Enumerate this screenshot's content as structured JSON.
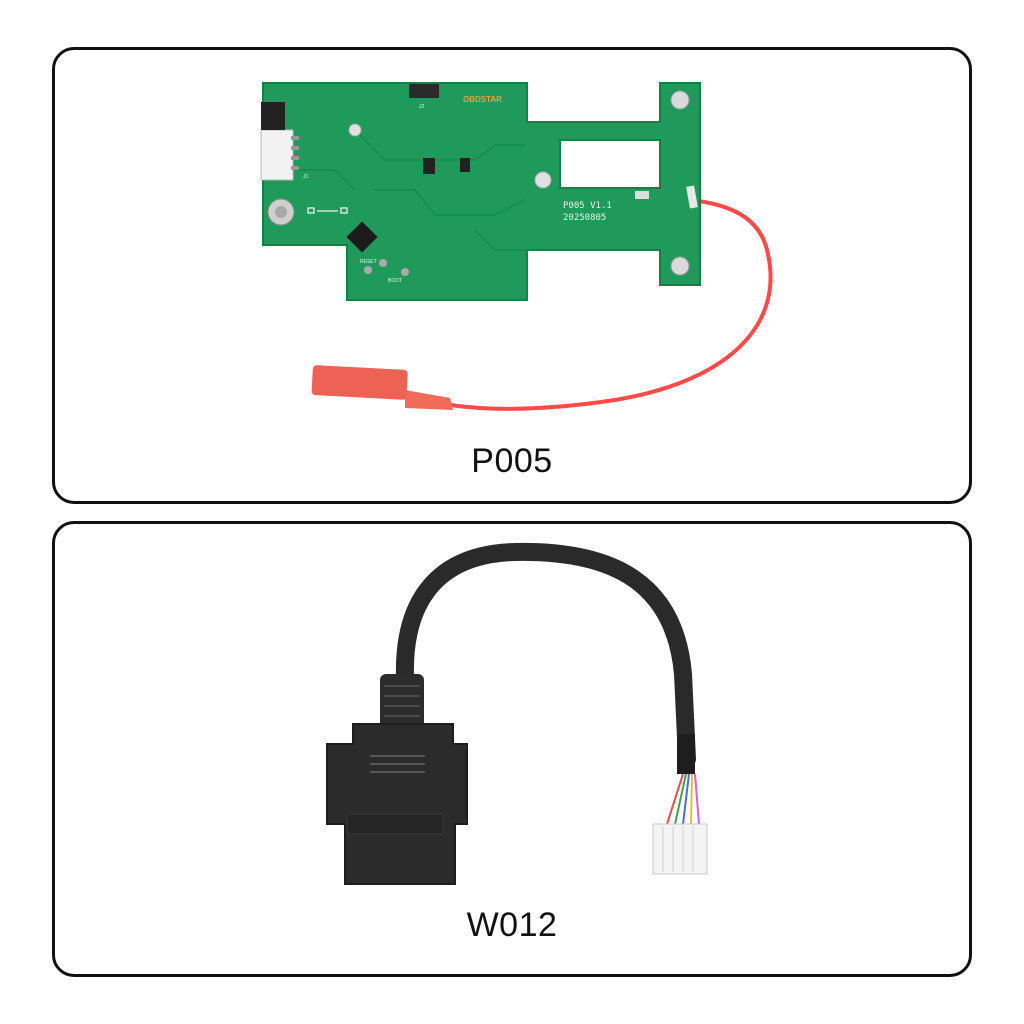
{
  "products": [
    {
      "label": "P005",
      "silkscreen": {
        "version": "P005 V1.1",
        "date": "20250805",
        "reset": "RESET",
        "boot": "BOOT",
        "brand": "OBDSTAR",
        "conn_j2": "J2",
        "conn_j1": "J1"
      }
    },
    {
      "label": "W012"
    }
  ],
  "colors": {
    "pcb_green": "#1f9a5a",
    "wire_red": "#ff4a4a",
    "cable_black": "#2a2a2a",
    "panel_border": "#111111"
  }
}
